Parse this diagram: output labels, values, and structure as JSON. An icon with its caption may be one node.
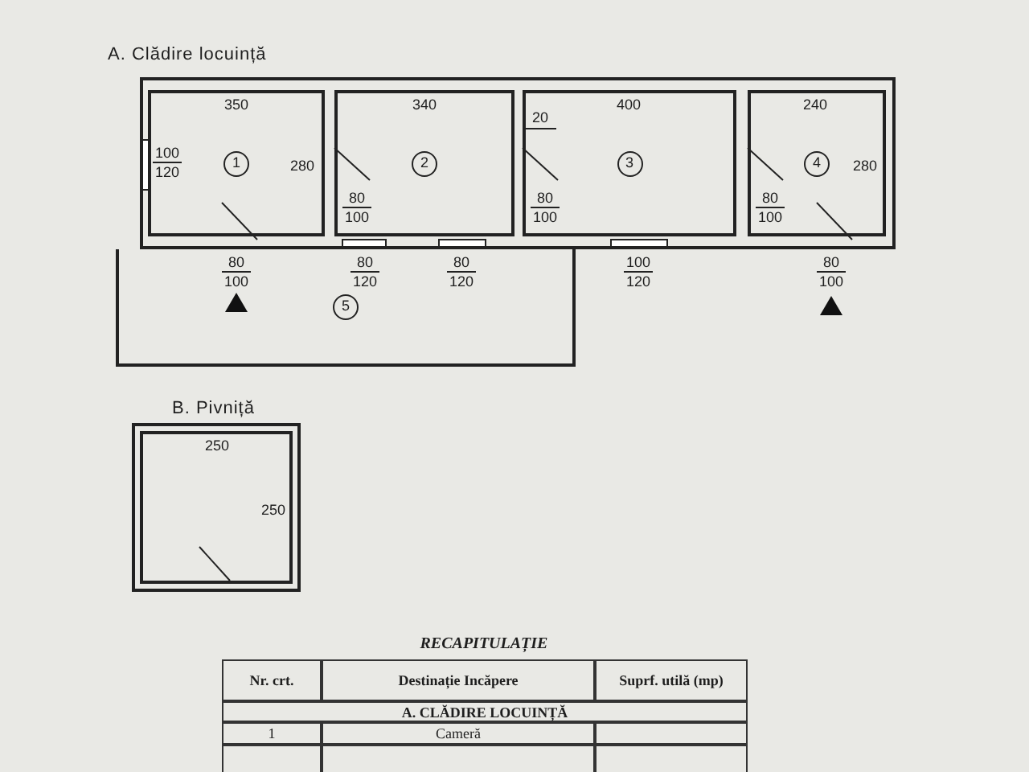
{
  "diagram": {
    "nodes": [
      {
        "text": [
          "A. Clădire locuință"
        ]
      },
      {
        "text": [
          "1"
        ],
        "in": 0
      },
      {
        "text": [
          "2"
        ],
        "in": 0
      },
      {
        "text": [
          "3"
        ],
        "in": 0
      },
      {
        "text": [
          "4"
        ],
        "in": 0
      },
      {
        "text": [
          "5"
        ]
      },
      {
        "text": [
          "B. Pivniță"
        ]
      }
    ],
    "labels": [
      "350",
      "340",
      "400",
      "240",
      "20",
      "100",
      "120",
      "280",
      "280",
      "80",
      "100",
      "80",
      "100",
      "80",
      "100",
      "80",
      "100",
      "80",
      "120",
      "80",
      "120",
      "100",
      "120",
      "80",
      "100",
      "250",
      "250",
      "RECAPITULAȚIE",
      "Nr. crt.",
      "Destinație Incăpere",
      "Suprf. utilă (mp)",
      "A. CLĂDIRE LOCUINȚĂ",
      "1",
      "Cameră"
    ]
  }
}
